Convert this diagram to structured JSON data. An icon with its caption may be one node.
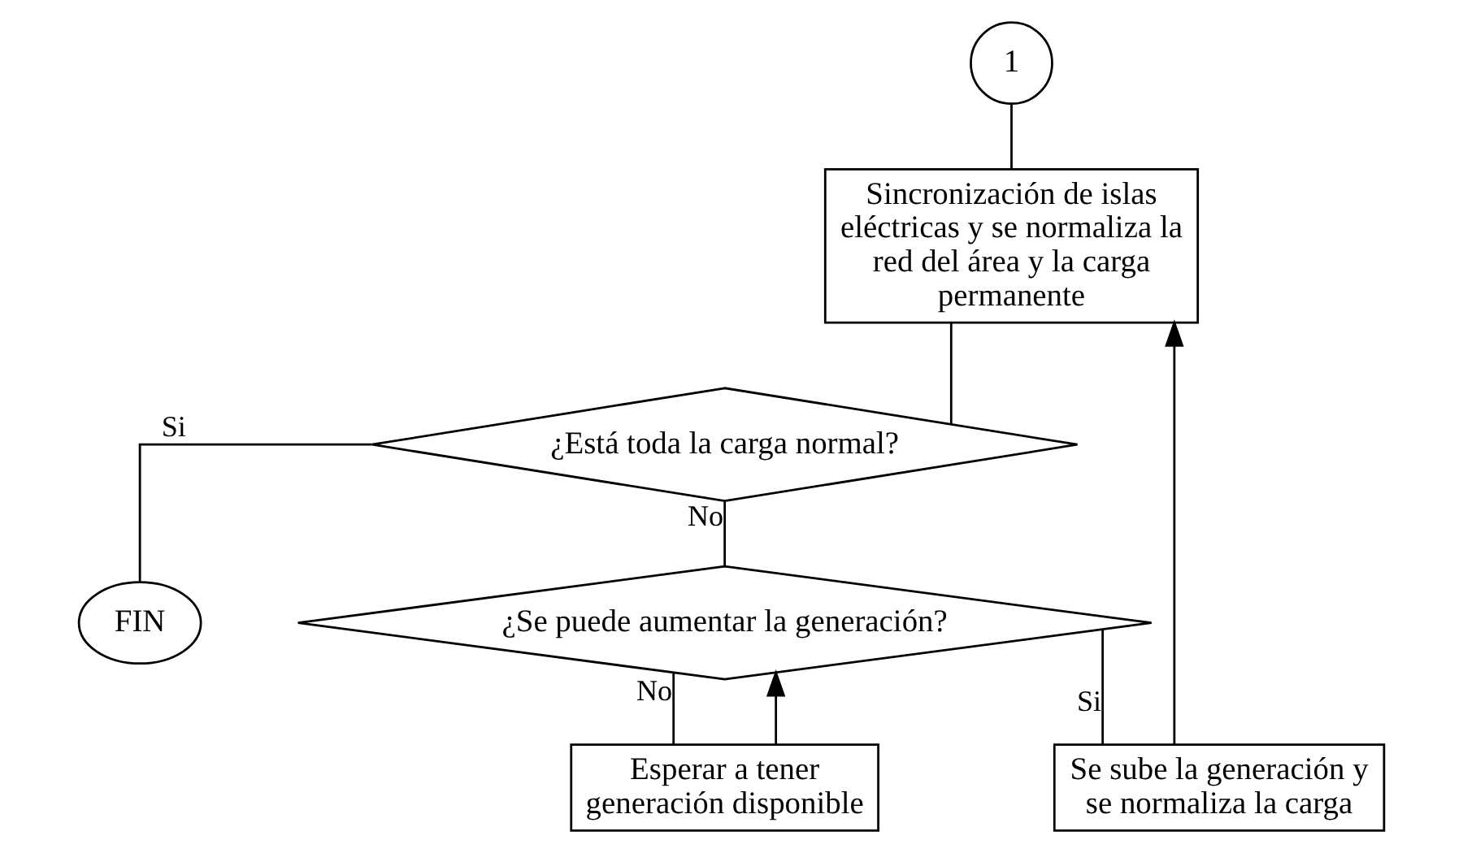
{
  "diagram": {
    "nodes": [
      {
        "text": [
          "1"
        ]
      },
      {
        "text": [
          "Sincronización de islas eléctricas y se normaliza la red del área y la carga permanente"
        ]
      },
      {
        "text": [
          "¿Está toda la carga normal?"
        ]
      },
      {
        "text": [
          "FIN"
        ]
      },
      {
        "text": [
          "¿Se puede aumentar la generación?"
        ]
      },
      {
        "text": [
          "Se sube la generación y se normaliza la carga"
        ]
      },
      {
        "text": [
          "Esperar a tener generación disponible"
        ]
      }
    ],
    "edges": [
      {
        "from": 0,
        "to": 1,
        "arrow": "none"
      },
      {
        "from": 1,
        "to": 2,
        "arrow": "none"
      },
      {
        "from": 2,
        "to": 3,
        "label": "Si",
        "arrow": "none"
      },
      {
        "from": 2,
        "to": 4,
        "label": "No",
        "arrow": "none"
      },
      {
        "from": 4,
        "to": 5,
        "label": "Si",
        "arrow": "none"
      },
      {
        "from": 4,
        "to": 6,
        "label": "No",
        "arrow": "none"
      },
      {
        "from": 5,
        "to": 1,
        "arrow": "to"
      },
      {
        "from": 6,
        "to": 4,
        "arrow": "to"
      }
    ]
  }
}
